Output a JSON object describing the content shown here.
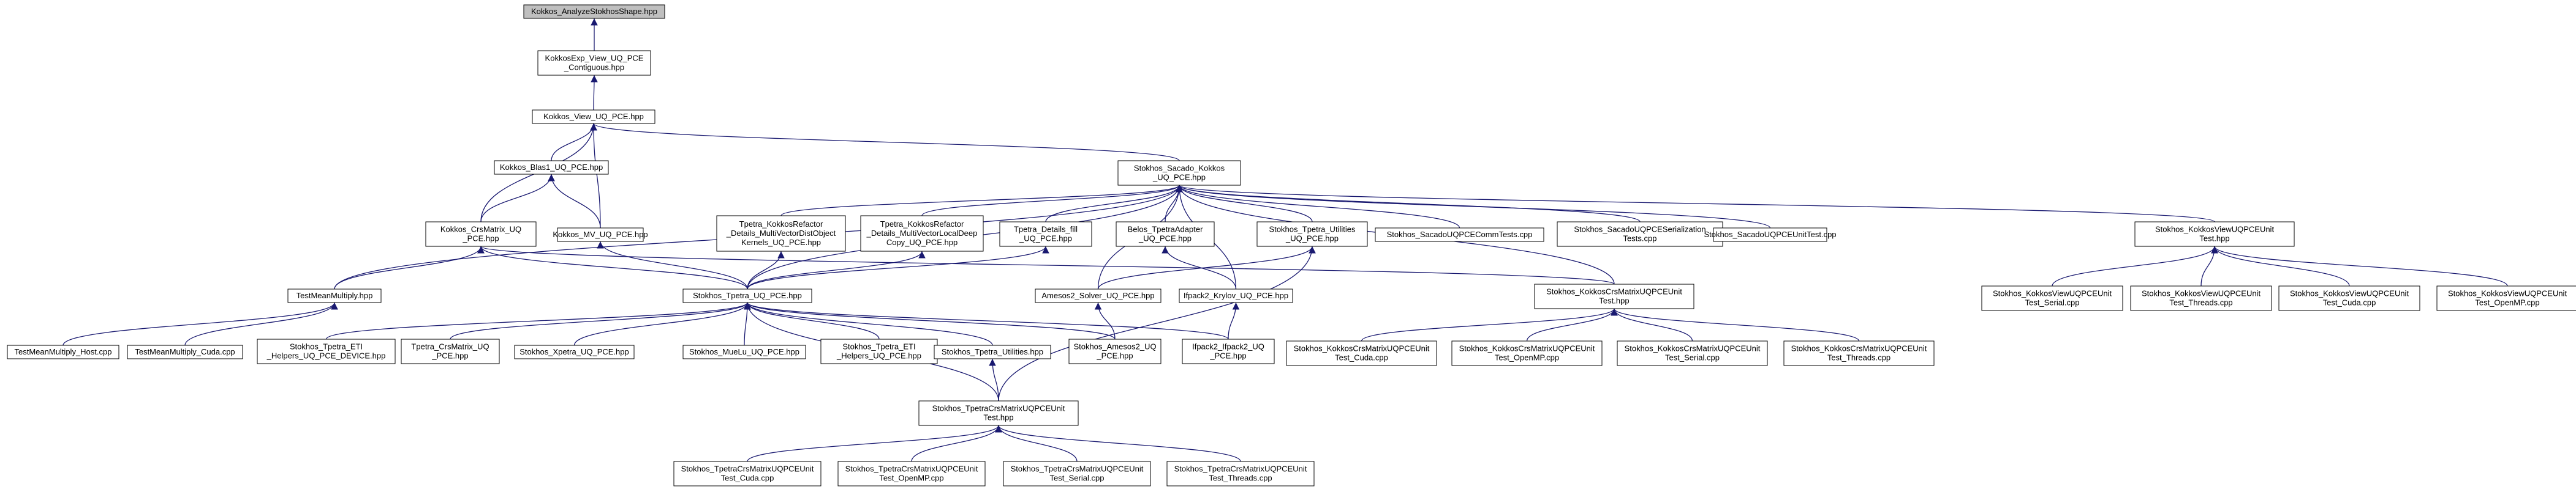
{
  "diagram": {
    "nodes": [
      {
        "id": "n1",
        "lines": [
          "Kokkos_AnalyzeStokhosShape.hpp"
        ],
        "root": true
      },
      {
        "id": "n2",
        "lines": [
          "KokkosExp_View_UQ_PCE",
          "_Contiguous.hpp"
        ]
      },
      {
        "id": "n3",
        "lines": [
          "Kokkos_View_UQ_PCE.hpp"
        ]
      },
      {
        "id": "n4",
        "lines": [
          "Kokkos_Blas1_UQ_PCE.hpp"
        ]
      },
      {
        "id": "n5",
        "lines": [
          "Stokhos_Sacado_Kokkos",
          "_UQ_PCE.hpp"
        ]
      },
      {
        "id": "n6",
        "lines": [
          "Kokkos_CrsMatrix_UQ",
          "_PCE.hpp"
        ]
      },
      {
        "id": "n7",
        "lines": [
          "Kokkos_MV_UQ_PCE.hpp"
        ]
      },
      {
        "id": "n8",
        "lines": [
          "Tpetra_KokkosRefactor",
          "_Details_MultiVectorDistObject",
          "Kernels_UQ_PCE.hpp"
        ]
      },
      {
        "id": "n9",
        "lines": [
          "Tpetra_KokkosRefactor",
          "_Details_MultiVectorLocalDeep",
          "Copy_UQ_PCE.hpp"
        ]
      },
      {
        "id": "n10",
        "lines": [
          "Tpetra_Details_fill",
          "_UQ_PCE.hpp"
        ]
      },
      {
        "id": "n11",
        "lines": [
          "Belos_TpetraAdapter",
          "_UQ_PCE.hpp"
        ]
      },
      {
        "id": "n12",
        "lines": [
          "Stokhos_Tpetra_Utilities",
          "_UQ_PCE.hpp"
        ]
      },
      {
        "id": "n13",
        "lines": [
          "Stokhos_SacadoUQPCECommTests.cpp"
        ]
      },
      {
        "id": "n14",
        "lines": [
          "Stokhos_SacadoUQPCESerialization",
          "Tests.cpp"
        ]
      },
      {
        "id": "n15",
        "lines": [
          "Stokhos_SacadoUQPCEUnitTest.cpp"
        ]
      },
      {
        "id": "n16",
        "lines": [
          "Stokhos_KokkosViewUQPCEUnit",
          "Test.hpp"
        ]
      },
      {
        "id": "n17",
        "lines": [
          "TestMeanMultiply.hpp"
        ]
      },
      {
        "id": "n18",
        "lines": [
          "Stokhos_Tpetra_UQ_PCE.hpp"
        ]
      },
      {
        "id": "n19",
        "lines": [
          "Amesos2_Solver_UQ_PCE.hpp"
        ]
      },
      {
        "id": "n20",
        "lines": [
          "Ifpack2_Krylov_UQ_PCE.hpp"
        ]
      },
      {
        "id": "n21",
        "lines": [
          "Stokhos_KokkosCrsMatrixUQPCEUnit",
          "Test.hpp"
        ]
      },
      {
        "id": "n22",
        "lines": [
          "Stokhos_KokkosViewUQPCEUnit",
          "Test_Serial.cpp"
        ]
      },
      {
        "id": "n23",
        "lines": [
          "Stokhos_KokkosViewUQPCEUnit",
          "Test_Threads.cpp"
        ]
      },
      {
        "id": "n24",
        "lines": [
          "Stokhos_KokkosViewUQPCEUnit",
          "Test_Cuda.cpp"
        ]
      },
      {
        "id": "n25",
        "lines": [
          "Stokhos_KokkosViewUQPCEUnit",
          "Test_OpenMP.cpp"
        ]
      },
      {
        "id": "n26",
        "lines": [
          "TestMeanMultiply_Host.cpp"
        ]
      },
      {
        "id": "n27",
        "lines": [
          "TestMeanMultiply_Cuda.cpp"
        ]
      },
      {
        "id": "n28",
        "lines": [
          "Stokhos_Tpetra_ETI",
          "_Helpers_UQ_PCE_DEVICE.hpp"
        ]
      },
      {
        "id": "n29",
        "lines": [
          "Tpetra_CrsMatrix_UQ",
          "_PCE.hpp"
        ]
      },
      {
        "id": "n30",
        "lines": [
          "Stokhos_Xpetra_UQ_PCE.hpp"
        ]
      },
      {
        "id": "n31",
        "lines": [
          "Stokhos_MueLu_UQ_PCE.hpp"
        ]
      },
      {
        "id": "n32",
        "lines": [
          "Stokhos_Tpetra_ETI",
          "_Helpers_UQ_PCE.hpp"
        ]
      },
      {
        "id": "n33",
        "lines": [
          "Stokhos_Tpetra_Utilities.hpp"
        ]
      },
      {
        "id": "n34",
        "lines": [
          "Stokhos_Amesos2_UQ",
          "_PCE.hpp"
        ]
      },
      {
        "id": "n35",
        "lines": [
          "Ifpack2_Ifpack2_UQ",
          "_PCE.hpp"
        ]
      },
      {
        "id": "n36",
        "lines": [
          "Stokhos_KokkosCrsMatrixUQPCEUnit",
          "Test_Cuda.cpp"
        ]
      },
      {
        "id": "n37",
        "lines": [
          "Stokhos_KokkosCrsMatrixUQPCEUnit",
          "Test_OpenMP.cpp"
        ]
      },
      {
        "id": "n38",
        "lines": [
          "Stokhos_KokkosCrsMatrixUQPCEUnit",
          "Test_Serial.cpp"
        ]
      },
      {
        "id": "n39",
        "lines": [
          "Stokhos_KokkosCrsMatrixUQPCEUnit",
          "Test_Threads.cpp"
        ]
      },
      {
        "id": "n40",
        "lines": [
          "Stokhos_TpetraCrsMatrixUQPCEUnit",
          "Test.hpp"
        ]
      },
      {
        "id": "n41",
        "lines": [
          "Stokhos_TpetraCrsMatrixUQPCEUnit",
          "Test_Cuda.cpp"
        ]
      },
      {
        "id": "n42",
        "lines": [
          "Stokhos_TpetraCrsMatrixUQPCEUnit",
          "Test_OpenMP.cpp"
        ]
      },
      {
        "id": "n43",
        "lines": [
          "Stokhos_TpetraCrsMatrixUQPCEUnit",
          "Test_Serial.cpp"
        ]
      },
      {
        "id": "n44",
        "lines": [
          "Stokhos_TpetraCrsMatrixUQPCEUnit",
          "Test_Threads.cpp"
        ]
      }
    ],
    "edges": [
      [
        "n1",
        "n2"
      ],
      [
        "n2",
        "n3"
      ],
      [
        "n3",
        "n4"
      ],
      [
        "n3",
        "n5"
      ],
      [
        "n3",
        "n6"
      ],
      [
        "n3",
        "n7"
      ],
      [
        "n4",
        "n6"
      ],
      [
        "n4",
        "n7"
      ],
      [
        "n5",
        "n8"
      ],
      [
        "n5",
        "n9"
      ],
      [
        "n5",
        "n10"
      ],
      [
        "n5",
        "n11"
      ],
      [
        "n5",
        "n12"
      ],
      [
        "n5",
        "n13"
      ],
      [
        "n5",
        "n14"
      ],
      [
        "n5",
        "n15"
      ],
      [
        "n5",
        "n16"
      ],
      [
        "n5",
        "n17"
      ],
      [
        "n5",
        "n18"
      ],
      [
        "n5",
        "n19"
      ],
      [
        "n5",
        "n20"
      ],
      [
        "n5",
        "n21"
      ],
      [
        "n6",
        "n17"
      ],
      [
        "n6",
        "n18"
      ],
      [
        "n6",
        "n21"
      ],
      [
        "n7",
        "n18"
      ],
      [
        "n8",
        "n18"
      ],
      [
        "n9",
        "n18"
      ],
      [
        "n10",
        "n18"
      ],
      [
        "n11",
        "n20"
      ],
      [
        "n12",
        "n19"
      ],
      [
        "n12",
        "n40"
      ],
      [
        "n16",
        "n22"
      ],
      [
        "n16",
        "n23"
      ],
      [
        "n16",
        "n24"
      ],
      [
        "n16",
        "n25"
      ],
      [
        "n17",
        "n26"
      ],
      [
        "n17",
        "n27"
      ],
      [
        "n18",
        "n28"
      ],
      [
        "n18",
        "n29"
      ],
      [
        "n18",
        "n30"
      ],
      [
        "n18",
        "n31"
      ],
      [
        "n18",
        "n32"
      ],
      [
        "n18",
        "n33"
      ],
      [
        "n18",
        "n34"
      ],
      [
        "n18",
        "n35"
      ],
      [
        "n18",
        "n40"
      ],
      [
        "n19",
        "n34"
      ],
      [
        "n20",
        "n35"
      ],
      [
        "n21",
        "n36"
      ],
      [
        "n21",
        "n37"
      ],
      [
        "n21",
        "n38"
      ],
      [
        "n21",
        "n39"
      ],
      [
        "n33",
        "n40"
      ],
      [
        "n40",
        "n41"
      ],
      [
        "n40",
        "n42"
      ],
      [
        "n40",
        "n43"
      ],
      [
        "n40",
        "n44"
      ]
    ],
    "colors": {
      "root_fill": "#bfbfbf",
      "node_fill": "#ffffff",
      "stroke": "#000000",
      "edge": "#191970"
    }
  }
}
